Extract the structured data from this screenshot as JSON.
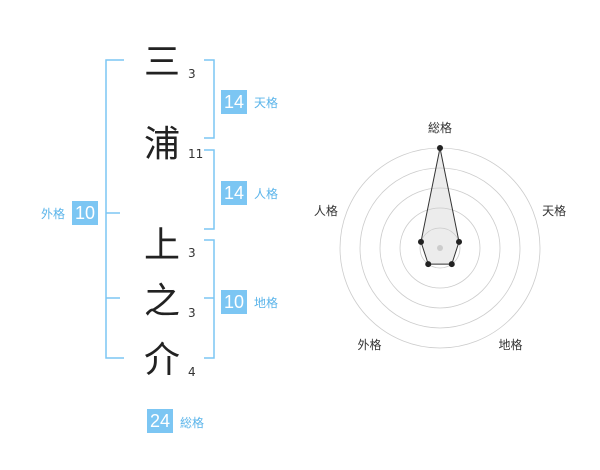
{
  "name": {
    "characters": [
      {
        "char": "三",
        "strokes": "3"
      },
      {
        "char": "浦",
        "strokes": "11"
      },
      {
        "char": "上",
        "strokes": "3"
      },
      {
        "char": "之",
        "strokes": "3"
      },
      {
        "char": "介",
        "strokes": "4"
      }
    ]
  },
  "fortunes": {
    "tenkaku": {
      "value": "14",
      "label": "天格"
    },
    "jinkaku": {
      "value": "14",
      "label": "人格"
    },
    "chikaku": {
      "value": "10",
      "label": "地格"
    },
    "gaikaku": {
      "value": "10",
      "label": "外格"
    },
    "soukaku": {
      "value": "24",
      "label": "総格"
    }
  },
  "colors": {
    "accent": "#7cc6f3",
    "bracket": "#7cc6f3",
    "label": "#5ab4ea"
  },
  "chart_data": {
    "type": "radar",
    "axes": [
      "総格",
      "天格",
      "地格",
      "外格",
      "人格"
    ],
    "values": [
      5,
      1,
      1,
      1,
      1
    ],
    "rlim": [
      0,
      5
    ]
  }
}
